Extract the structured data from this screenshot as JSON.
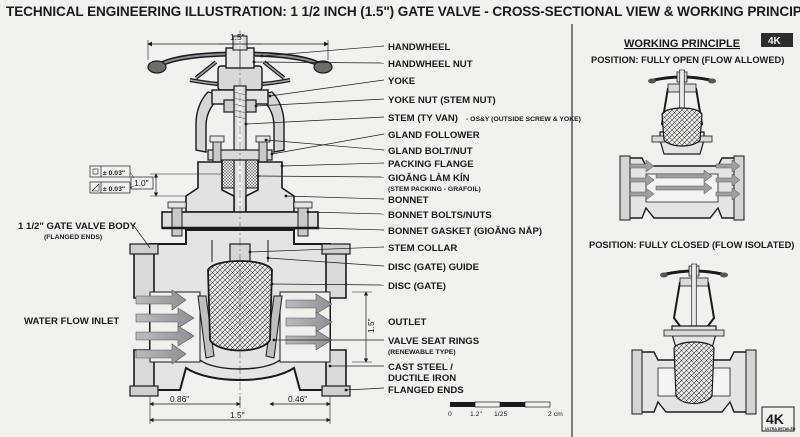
{
  "title": "TECHNICAL ENGINEERING ILLUSTRATION: 1 1/2 INCH (1.5\") GATE VALVE - CROSS-SECTIONAL VIEW & WORKING PRINCIPLE",
  "badge": "4K",
  "badge_small": "ULTRA DETAILED",
  "labels": {
    "handwheel": "HANDWHEEL",
    "handwheel_nut": "HANDWHEEL NUT",
    "yoke": "YOKE",
    "yoke_nut": "YOKE NUT (STEM NUT)",
    "stem": "STEM (TY VAN)",
    "stem_note": "- OS&Y (OUTSIDE SCREW & YOKE)",
    "gland_follower": "GLAND FOLLOWER",
    "gland_bolt": "GLAND BOLT/NUT",
    "packing_flange": "PACKING FLANGE",
    "gioang_lam_kin": "GIOĂNG LÀM KÍN",
    "stem_packing": "(STEM PACKING - GRAFOIL)",
    "bonnet": "BONNET",
    "bonnet_bolts": "BONNET BOLTS/NUTS",
    "bonnet_gasket": "BONNET GASKET (GIOĂNG NẮP)",
    "stem_collar": "STEM COLLAR",
    "disc_guide": "DISC (GATE) GUIDE",
    "disc": "DISC (GATE)",
    "outlet": "OUTLET",
    "valve_seat_rings": "VALVE SEAT RINGS",
    "renewable": "(RENEWABLE TYPE)",
    "cast_steel": "CAST STEEL /",
    "ductile_iron": "DUCTILE IRON",
    "flanged_ends": "FLANGED ENDS",
    "body": "1 1/2\" GATE VALVE BODY",
    "body_sub": "(FLANGED ENDS)",
    "water_flow": "WATER FLOW  INLET"
  },
  "dimensions": {
    "top_width": "1.5\"",
    "bottom_width": "1.5\"",
    "left_offset": "0.86\"",
    "right_offset": "0.46\"",
    "height_right": "1.5\"",
    "height_left": "1.0\"",
    "tol1": "± 0.03\"",
    "tol2": "± 0.03\""
  },
  "scale": {
    "t0": "0",
    "t1": "1.2\"",
    "t2": "1/25",
    "t3": "2 cm"
  },
  "right_panel": {
    "heading": "WORKING PRINCIPLE",
    "open": "POSITION: FULLY OPEN (FLOW ALLOWED)",
    "closed": "POSITION: FULLY CLOSED (FLOW ISOLATED)"
  },
  "colors": {
    "background": "#f1f2ee",
    "line": "#1a1a1a",
    "metal_light": "#e4e5e2",
    "metal_dark": "#9ea0a0",
    "flow_arrow": "#9b9da0"
  }
}
